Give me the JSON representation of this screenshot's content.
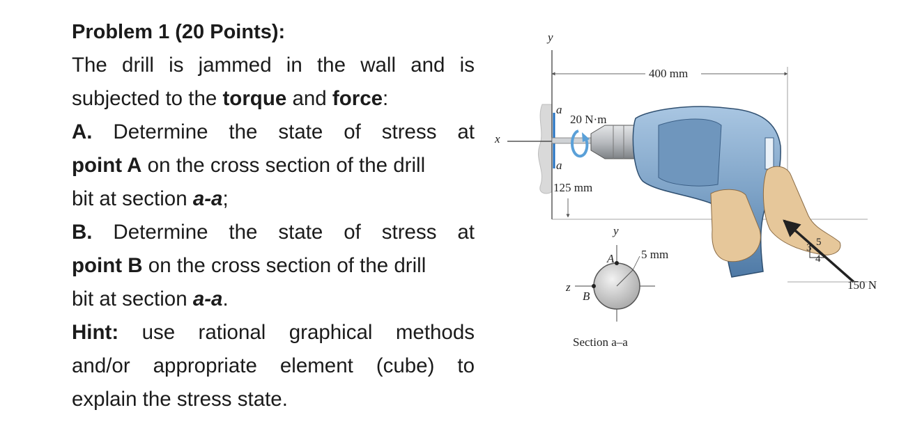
{
  "problem": {
    "title": "Problem 1 (20 Points):",
    "intro_line1": "The drill is jammed in the wall and is",
    "intro_line2_a": "subjected to the ",
    "intro_line2_b": "torque",
    "intro_line2_c": " and ",
    "intro_line2_d": "force",
    "intro_line2_e": ":",
    "partA_label": "A.",
    "partA_line1": " Determine the state of stress at",
    "partA_line2_a": "point A",
    "partA_line2_b": " on the cross section of the drill",
    "partA_line3_a": "bit at section ",
    "partA_line3_b": "a-a",
    "partA_line3_c": ";",
    "partB_label": "B.",
    "partB_line1": " Determine the state of stress at",
    "partB_line2_a": "point B",
    "partB_line2_b": " on the cross section of the drill",
    "partB_line3_a": "bit at section ",
    "partB_line3_b": "a-a",
    "partB_line3_c": ".",
    "hint_label": "Hint:",
    "hint_line1": " use rational graphical methods",
    "hint_line2": "and/or appropriate element (cube) to",
    "hint_line3": "explain the stress state."
  },
  "figure": {
    "axis_y_top": "y",
    "axis_x": "x",
    "section_mark_top": "a",
    "section_mark_bottom": "a",
    "torque": "20 N·m",
    "dim_length": "400 mm",
    "dim_height": "125 mm",
    "force": "150 N",
    "slope_3": "3",
    "slope_4": "4",
    "slope_5": "5",
    "section_axis_y": "y",
    "section_axis_z": "z",
    "point_a": "A",
    "point_b": "B",
    "radius": "5 mm",
    "section_caption": "Section a–a",
    "colors": {
      "drill_body": "#7ea3c7",
      "drill_dark": "#4f7aa6",
      "chuck": "#b9bcc0",
      "hand": "#e6c79a",
      "wall": "#d9d9d9",
      "torque_arrow": "#5aa0d8"
    }
  }
}
